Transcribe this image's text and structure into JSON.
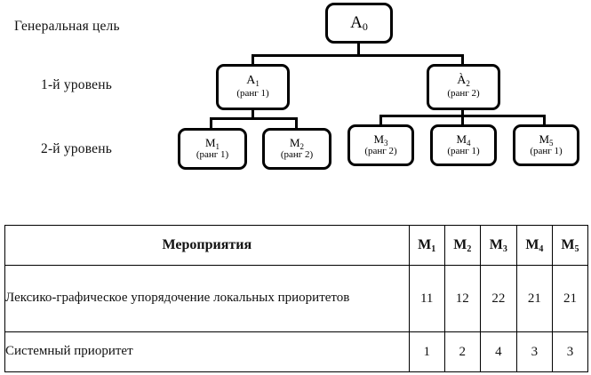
{
  "diagram": {
    "level_labels": [
      {
        "id": "goal",
        "text": "Генеральная цель"
      },
      {
        "id": "level1",
        "text": "1-й уровень"
      },
      {
        "id": "level2",
        "text": "2-й уровень"
      }
    ],
    "nodes": {
      "a0": {
        "letter": "A",
        "index": "0",
        "rank": ""
      },
      "a1": {
        "letter": "A",
        "index": "1",
        "rank": "(ранг 1)"
      },
      "a2": {
        "letter": "À",
        "index": "2",
        "rank": "(ранг 2)"
      },
      "m1": {
        "letter": "M",
        "index": "1",
        "rank": "(ранг 1)"
      },
      "m2": {
        "letter": "M",
        "index": "2",
        "rank": "(ранг 2)"
      },
      "m3": {
        "letter": "M",
        "index": "3",
        "rank": "(ранг 2)"
      },
      "m4": {
        "letter": "M",
        "index": "4",
        "rank": "(ранг 1)"
      },
      "m5": {
        "letter": "M",
        "index": "5",
        "rank": "(ранг 1)"
      }
    },
    "edges": [
      {
        "from": "a0",
        "to": "a1"
      },
      {
        "from": "a0",
        "to": "a2"
      },
      {
        "from": "a1",
        "to": "m1"
      },
      {
        "from": "a1",
        "to": "m2"
      },
      {
        "from": "a2",
        "to": "m3"
      },
      {
        "from": "a2",
        "to": "m4"
      },
      {
        "from": "a2",
        "to": "m5"
      }
    ],
    "stroke_color": "#000000"
  },
  "table": {
    "header": {
      "label": "Мероприятия",
      "columns": [
        {
          "letter": "M",
          "index": "1"
        },
        {
          "letter": "M",
          "index": "2"
        },
        {
          "letter": "M",
          "index": "3"
        },
        {
          "letter": "M",
          "index": "4"
        },
        {
          "letter": "M",
          "index": "5"
        }
      ]
    },
    "rows": [
      {
        "label": "Лексико-графическое упорядочение локальных приоритетов",
        "values": [
          "11",
          "12",
          "22",
          "21",
          "21"
        ]
      },
      {
        "label": "Системный приоритет",
        "values": [
          "1",
          "2",
          "4",
          "3",
          "3"
        ]
      }
    ]
  },
  "chart_data": {
    "type": "table",
    "title": "Мероприятия",
    "categories": [
      "M1",
      "M2",
      "M3",
      "M4",
      "M5"
    ],
    "series": [
      {
        "name": "Лексико-графическое упорядочение локальных приоритетов",
        "values": [
          11,
          12,
          22,
          21,
          21
        ]
      },
      {
        "name": "Системный приоритет",
        "values": [
          1,
          2,
          4,
          3,
          3
        ]
      }
    ],
    "hierarchy": {
      "root": "A0",
      "level1": [
        "A1 (ранг 1)",
        "A2 (ранг 2)"
      ],
      "level2": [
        "M1 (ранг 1)",
        "M2 (ранг 2)",
        "M3 (ранг 2)",
        "M4 (ранг 1)",
        "M5 (ранг 1)"
      ]
    }
  }
}
